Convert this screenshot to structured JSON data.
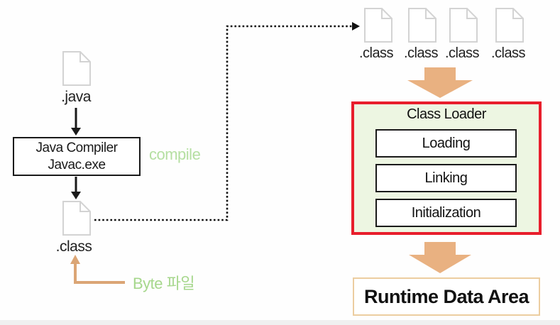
{
  "colors": {
    "accent-red": "#e81e2c",
    "panel-green": "#edf6e2",
    "arrow-orange": "#e9b181",
    "green-label": "#b5dfa2",
    "green-label2": "#a6d78c",
    "tan": "#dba575",
    "tan-border": "#eccda0",
    "file-gray": "#d3d3d3",
    "ink": "#1a1a1a"
  },
  "left_flow": {
    "java_file_label": ".java",
    "compiler_line1": "Java Compiler",
    "compiler_line2": "Javac.exe",
    "compile_label": "compile",
    "class_file_label": ".class",
    "byte_label": "Byte 파일"
  },
  "right_flow": {
    "class_files": [
      ".class",
      ".class",
      ".class",
      ".class"
    ],
    "class_loader_title": "Class Loader",
    "stages": [
      "Loading",
      "Linking",
      "Initialization"
    ],
    "runtime_label": "Runtime Data Area"
  }
}
